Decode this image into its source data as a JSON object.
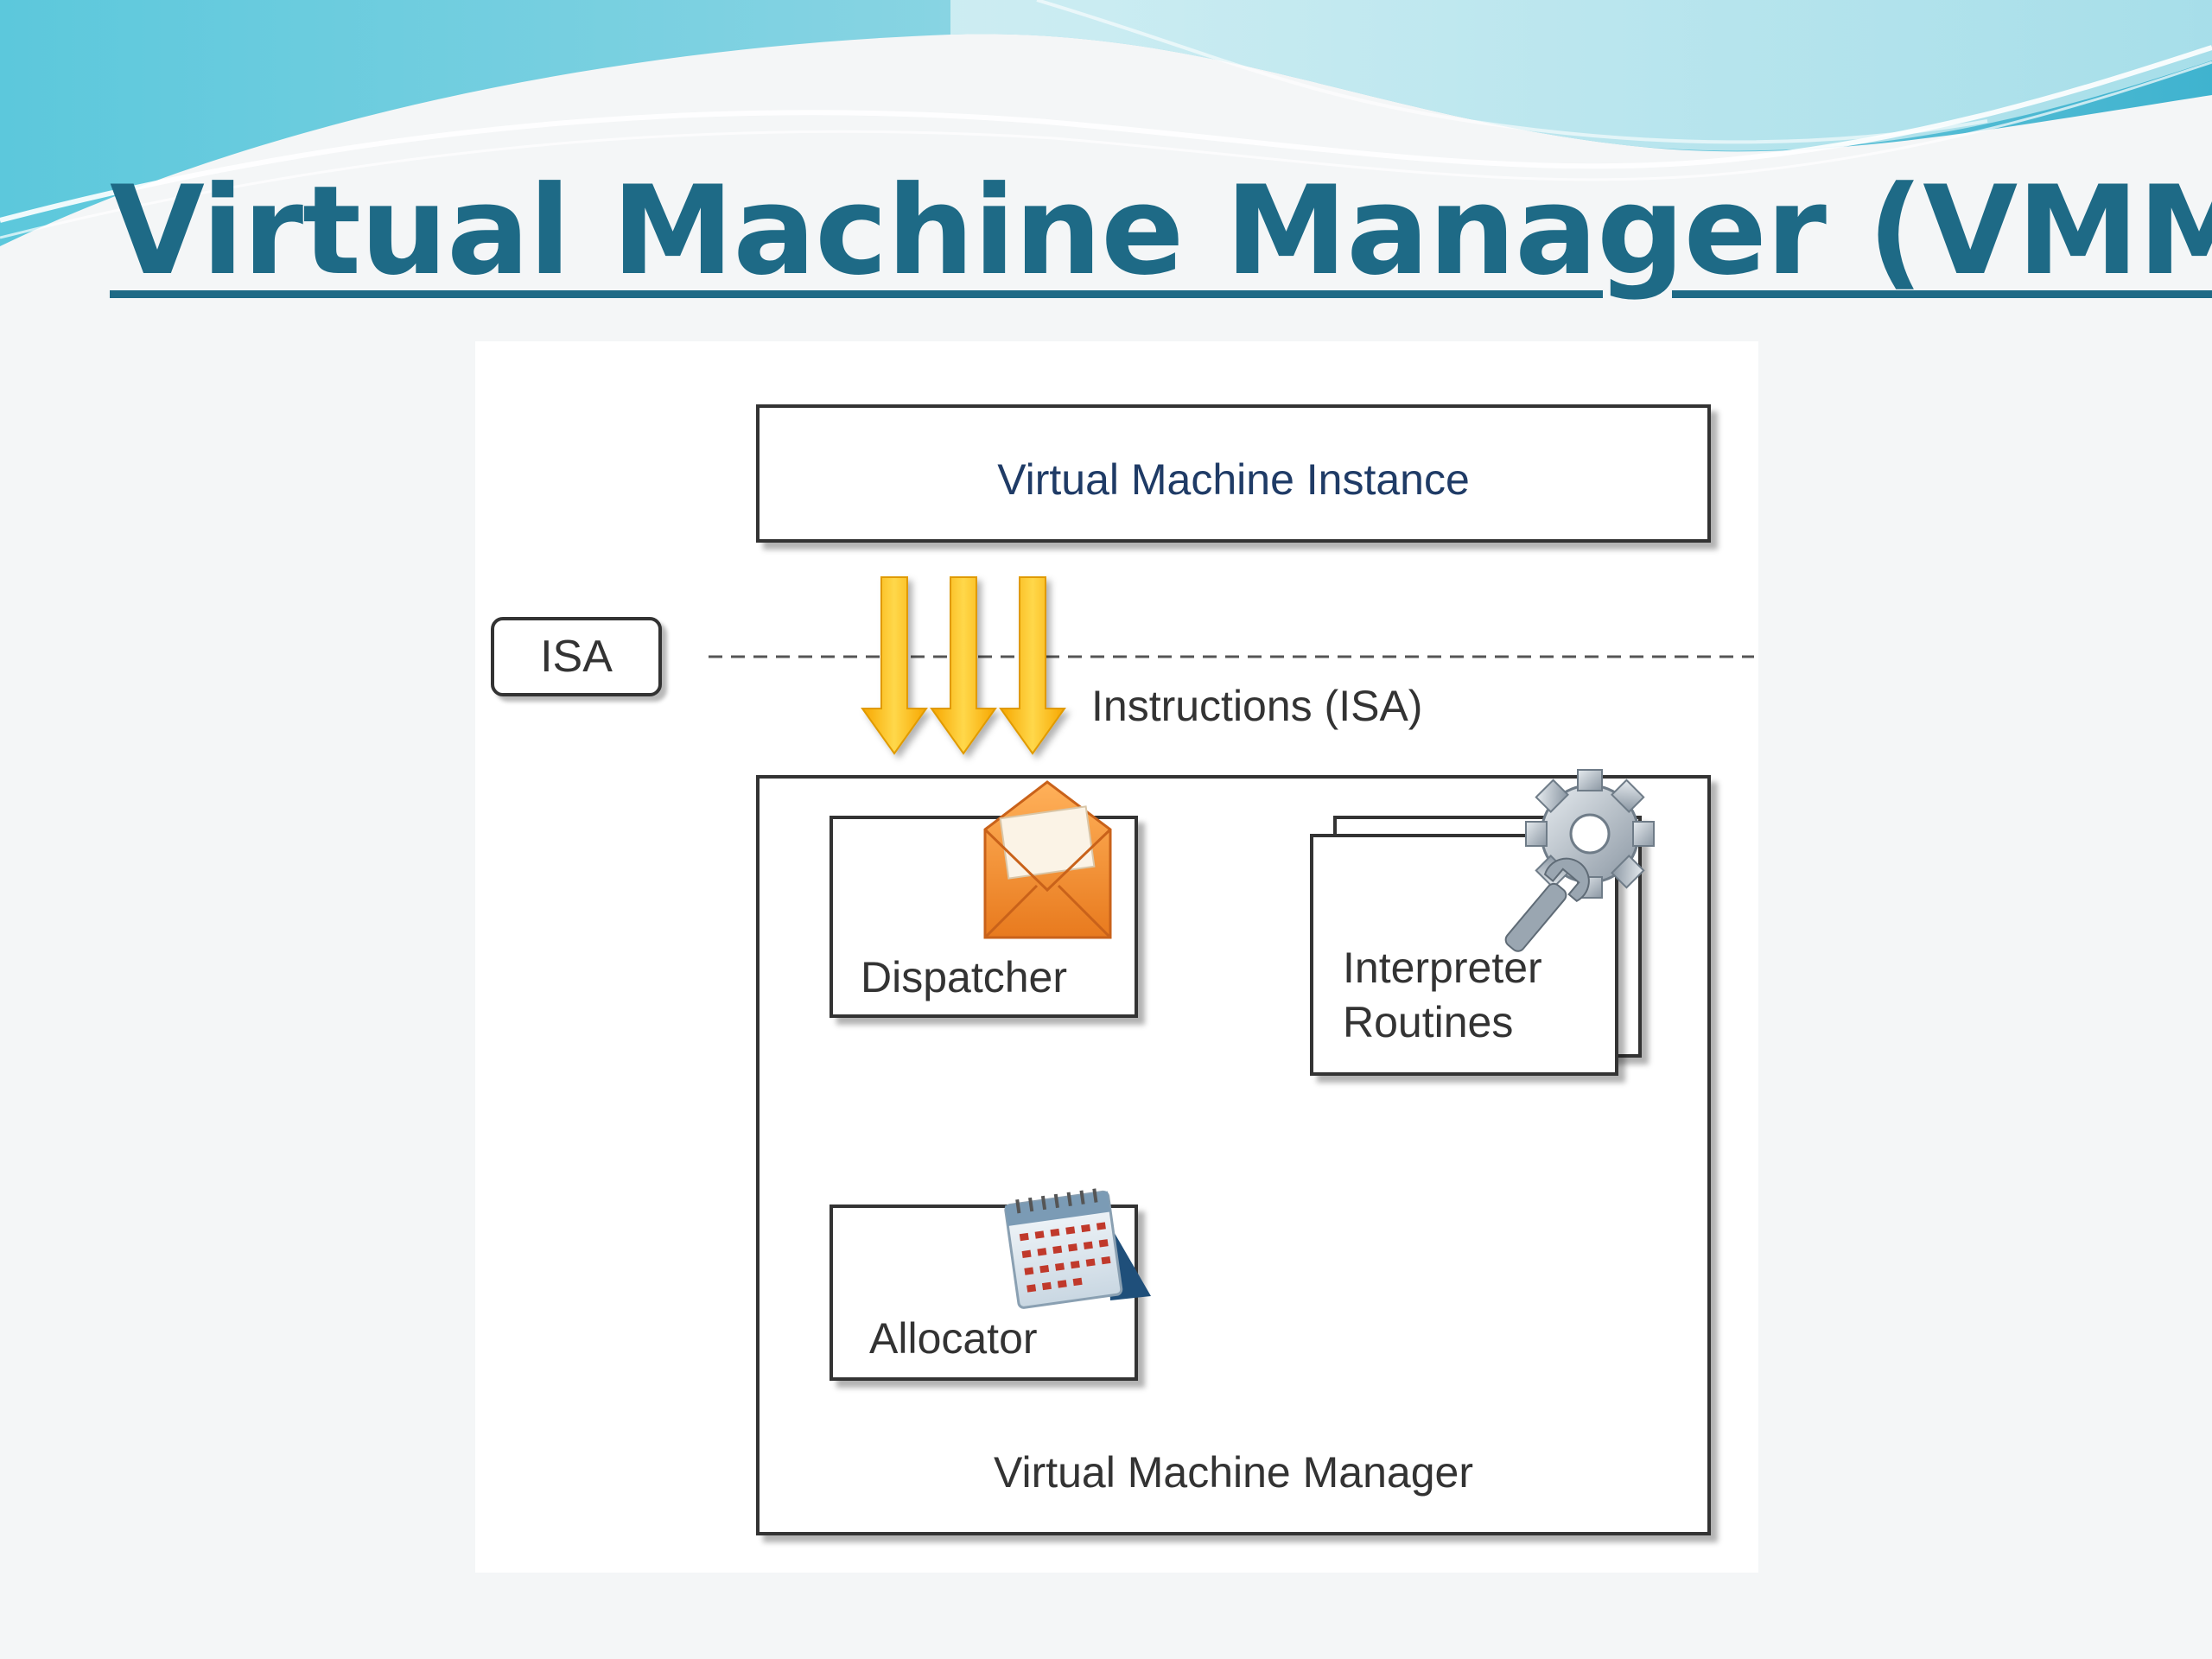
{
  "slide": {
    "title": "Virtual Machine Manager (VMM)"
  },
  "diagram": {
    "instance_label": "Virtual Machine Instance",
    "isa_label": "ISA",
    "instructions_label": "Instructions (ISA)",
    "dispatcher_label": "Dispatcher",
    "interpreter_label_line1": "Interpreter",
    "interpreter_label_line2": "Routines",
    "allocator_label": "Allocator",
    "manager_label": "Virtual Machine Manager"
  },
  "icons": {
    "dispatcher": "envelope-icon",
    "interpreter": "gear-wrench-icon",
    "allocator": "calendar-icon"
  },
  "colors": {
    "title": "#1e6a86",
    "arrow": "#f3b300",
    "instance_text": "#1f3b66"
  }
}
